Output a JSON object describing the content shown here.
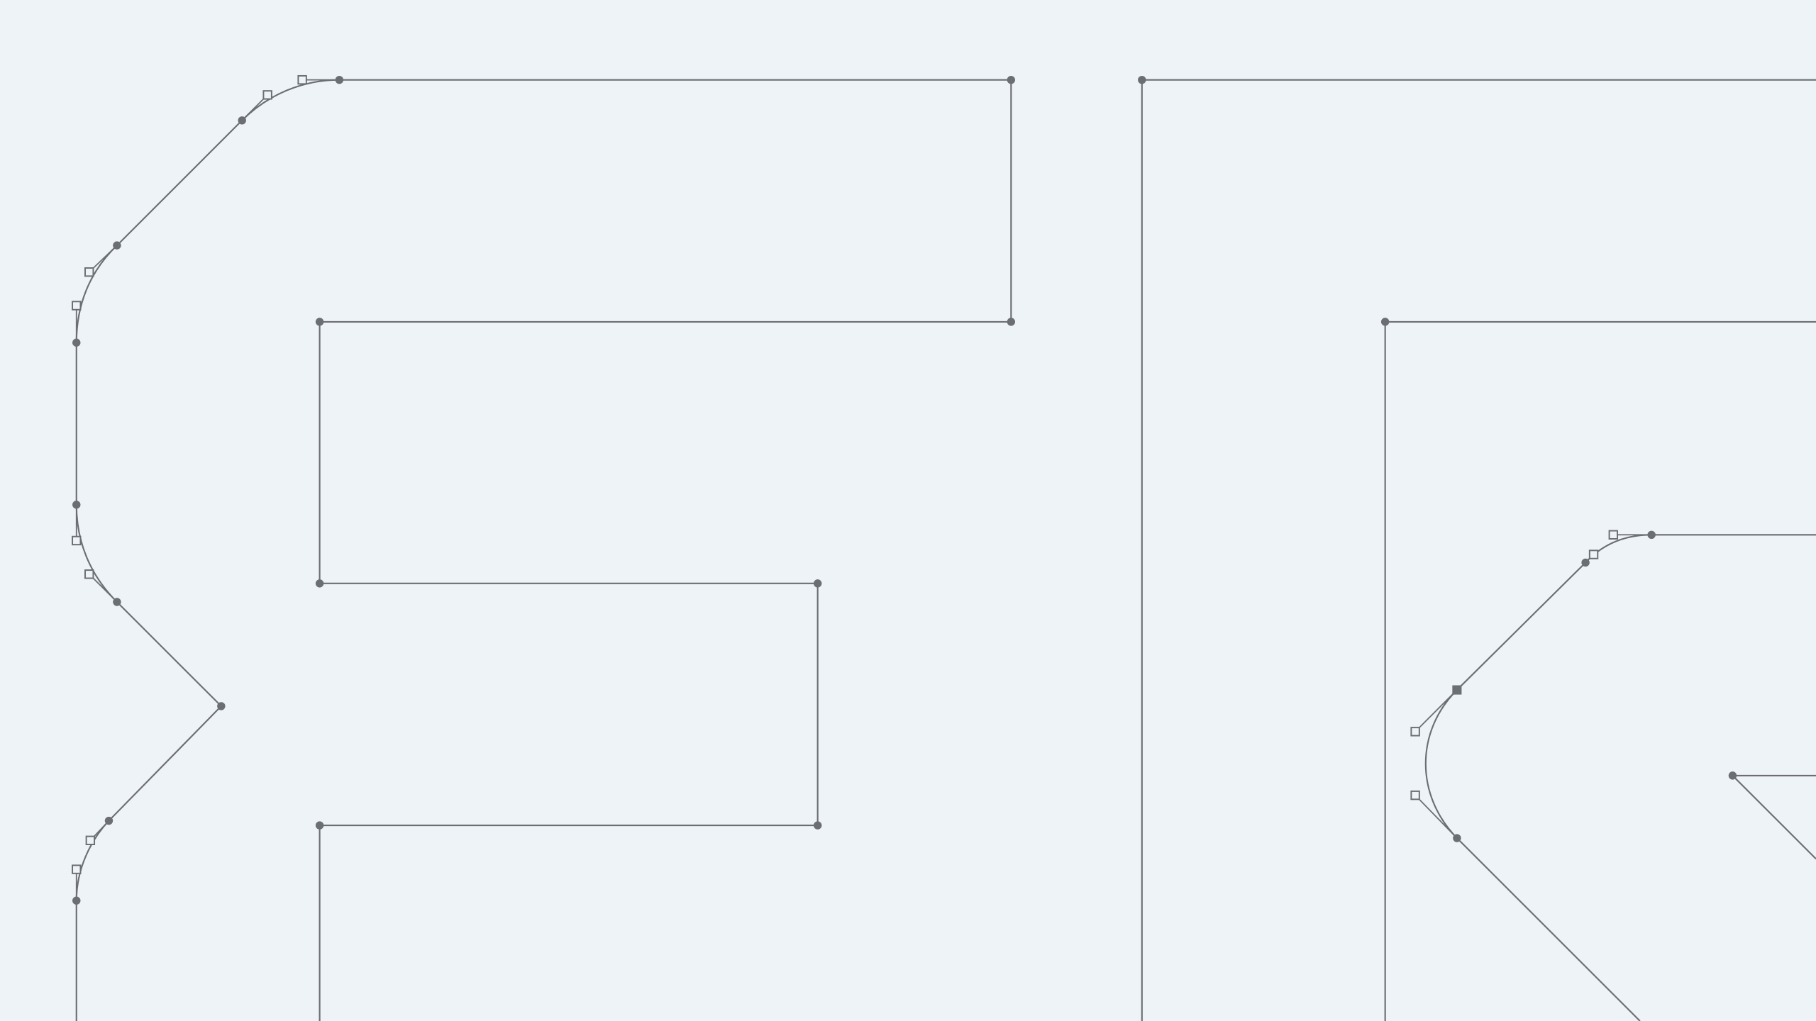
{
  "canvas": {
    "background": "#eef3f7",
    "stroke_color": "#6b6e72",
    "selected_node_icon": "filled-square-node",
    "node_icon": "filled-circle-node",
    "handle_icon": "hollow-square-handle"
  }
}
